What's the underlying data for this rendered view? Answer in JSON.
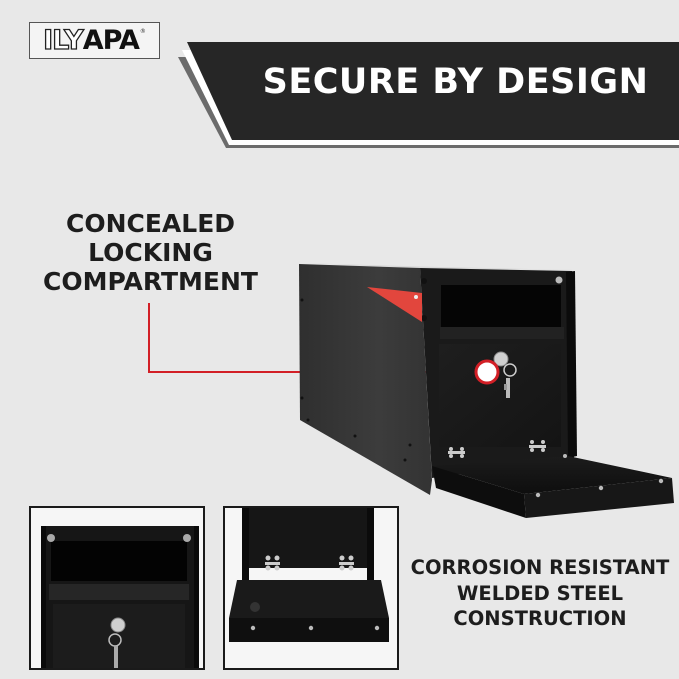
{
  "brand": {
    "logo_outline": "ILY",
    "logo_solid": "APA",
    "logo_mark": "®"
  },
  "banner": {
    "title": "SECURE BY DESIGN",
    "fill": "#262626",
    "stripe_light": "#ffffff",
    "stripe_dark": "#6b6b6b"
  },
  "callouts": {
    "locking": {
      "lines": [
        "CONCEALED",
        "LOCKING",
        "COMPARTMENT"
      ],
      "leader_color": "#d21f26"
    },
    "construction": {
      "lines": [
        "CORROSION RESISTANT",
        "WELDED STEEL",
        "CONSTRUCTION"
      ]
    }
  },
  "product": {
    "name": "locking mailbox",
    "body_color": "#2b2b2b",
    "flag_color": "#e2463d",
    "background": "#e8e8e8"
  },
  "insets": [
    {
      "label": "front-lock-closeup"
    },
    {
      "label": "open-drop-door-closeup"
    }
  ]
}
